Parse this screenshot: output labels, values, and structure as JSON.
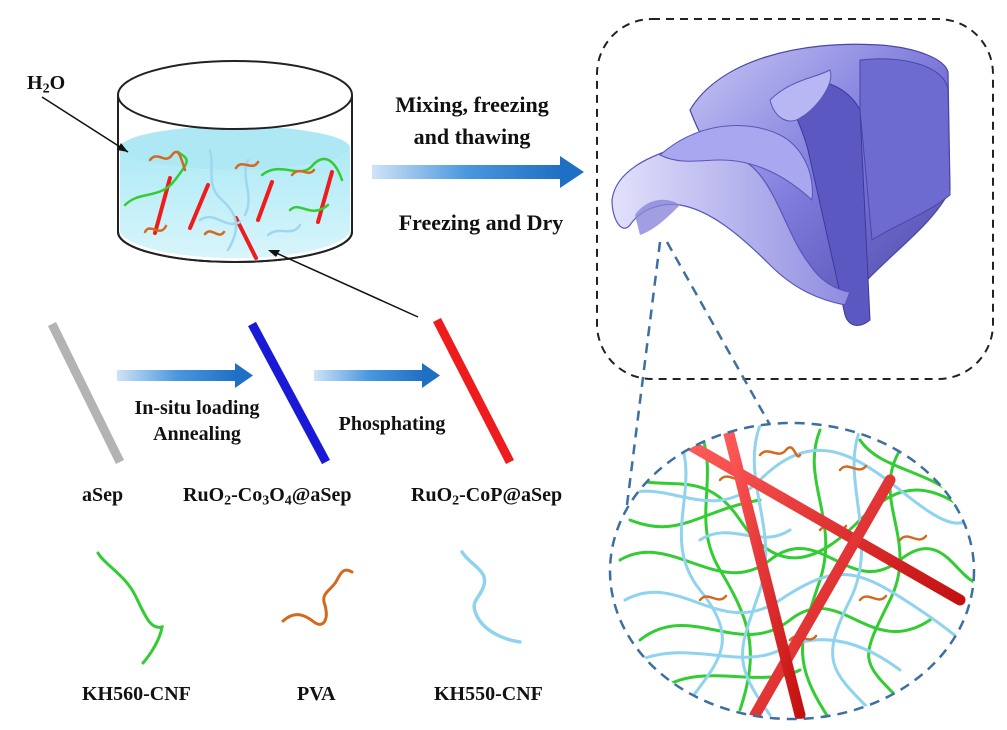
{
  "water_label": {
    "main": "H",
    "sub": "2",
    "tail": "O"
  },
  "process_top": {
    "line1": "Mixing, freezing",
    "line2": "and thawing",
    "line3": "Freezing and Dry"
  },
  "step1": {
    "line1": "In-situ loading",
    "line2": "Annealing"
  },
  "step2": {
    "line1": "Phosphating"
  },
  "material_asep": "aSep",
  "material_ruo2_co3o4": {
    "p1": "RuO",
    "s1": "2",
    "p2": "-Co",
    "s2": "3",
    "p3": "O",
    "s3": "4",
    "p4": "@aSep"
  },
  "material_ruo2_cop": {
    "p1": "RuO",
    "s1": "2",
    "p2": "-CoP@aSep"
  },
  "legend_kh560": "KH560-CNF",
  "legend_pva": "PVA",
  "legend_kh550": "KH550-CNF",
  "colors": {
    "rod_gray": "#b3b3b3",
    "rod_blue": "#1a1ad6",
    "rod_red": "#ee1c1c",
    "fiber_green": "#33cc33",
    "fiber_orange": "#d2691e",
    "fiber_lightblue": "#8fd3ef",
    "arrow_blue": "#2a7fd4",
    "aerogel_purple": "#7b78d8",
    "dash_dark": "#222222",
    "dash_blue": "#3d6fa0"
  },
  "icons": [
    "beaker-icon",
    "arrow-right-icon",
    "aerogel-icon",
    "zoom-circle-icon"
  ]
}
